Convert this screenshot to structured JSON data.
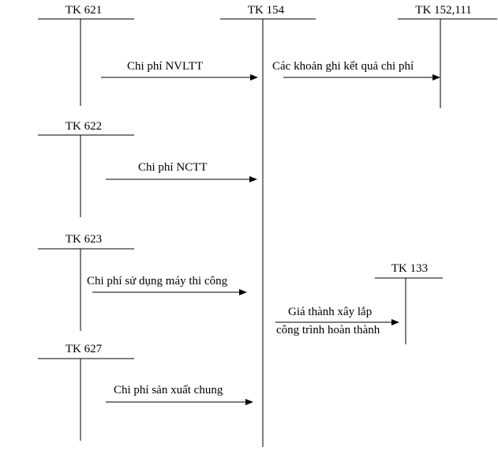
{
  "diagram": {
    "type": "accounting-t-account-flow",
    "accounts": [
      {
        "id": "tk621",
        "label": "TK 621"
      },
      {
        "id": "tk622",
        "label": "TK 622"
      },
      {
        "id": "tk623",
        "label": "TK 623"
      },
      {
        "id": "tk627",
        "label": "TK 627"
      },
      {
        "id": "tk154",
        "label": "TK 154"
      },
      {
        "id": "tk152",
        "label": "TK 152,111"
      },
      {
        "id": "tk133",
        "label": "TK 133"
      }
    ],
    "flows": [
      {
        "from": "tk621",
        "to": "tk154",
        "label": "Chi phí NVLTT"
      },
      {
        "from": "tk622",
        "to": "tk154",
        "label": "Chi phí NCTT"
      },
      {
        "from": "tk623",
        "to": "tk154",
        "label": "Chi phí sử dụng máy thi công"
      },
      {
        "from": "tk627",
        "to": "tk154",
        "label": "Chi phí sản xuất chung"
      },
      {
        "from": "tk154",
        "to": "tk152",
        "label": "Các khoản ghi kết quả chi phí"
      },
      {
        "from": "tk154",
        "to": "tk133",
        "label_top": "Giá thành xây lắp",
        "label_bottom": "công trình hoàn thành"
      }
    ]
  }
}
